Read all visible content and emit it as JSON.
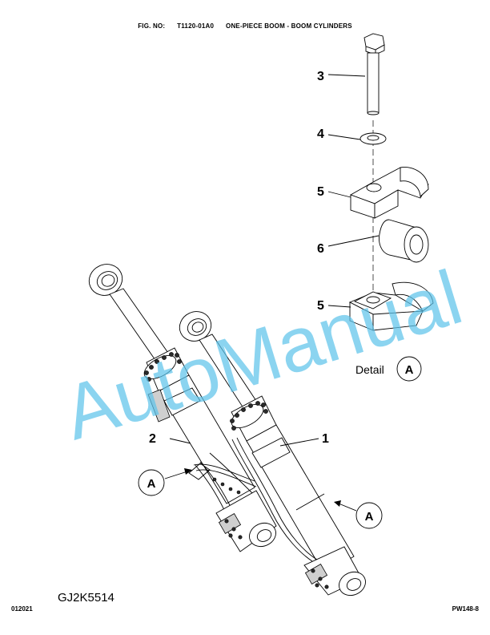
{
  "header": {
    "fig_no_label": "FIG. NO:",
    "fig_no": "T1120-01A0",
    "title": "ONE-PIECE BOOM - BOOM CYLINDERS"
  },
  "callouts": {
    "item_1": "1",
    "item_2": "2",
    "item_3": "3",
    "item_4": "4",
    "item_5_upper": "5",
    "item_6": "6",
    "item_5_lower": "5"
  },
  "detail": {
    "label": "Detail",
    "letter": "A"
  },
  "references": {
    "left_letter": "A",
    "right_letter": "A"
  },
  "watermark": {
    "text": "AutoManual",
    "color": "#5ec3ea"
  },
  "footer": {
    "drawing_number": "GJ2K5514",
    "date_code": "012021",
    "page_code": "PW148-8"
  }
}
